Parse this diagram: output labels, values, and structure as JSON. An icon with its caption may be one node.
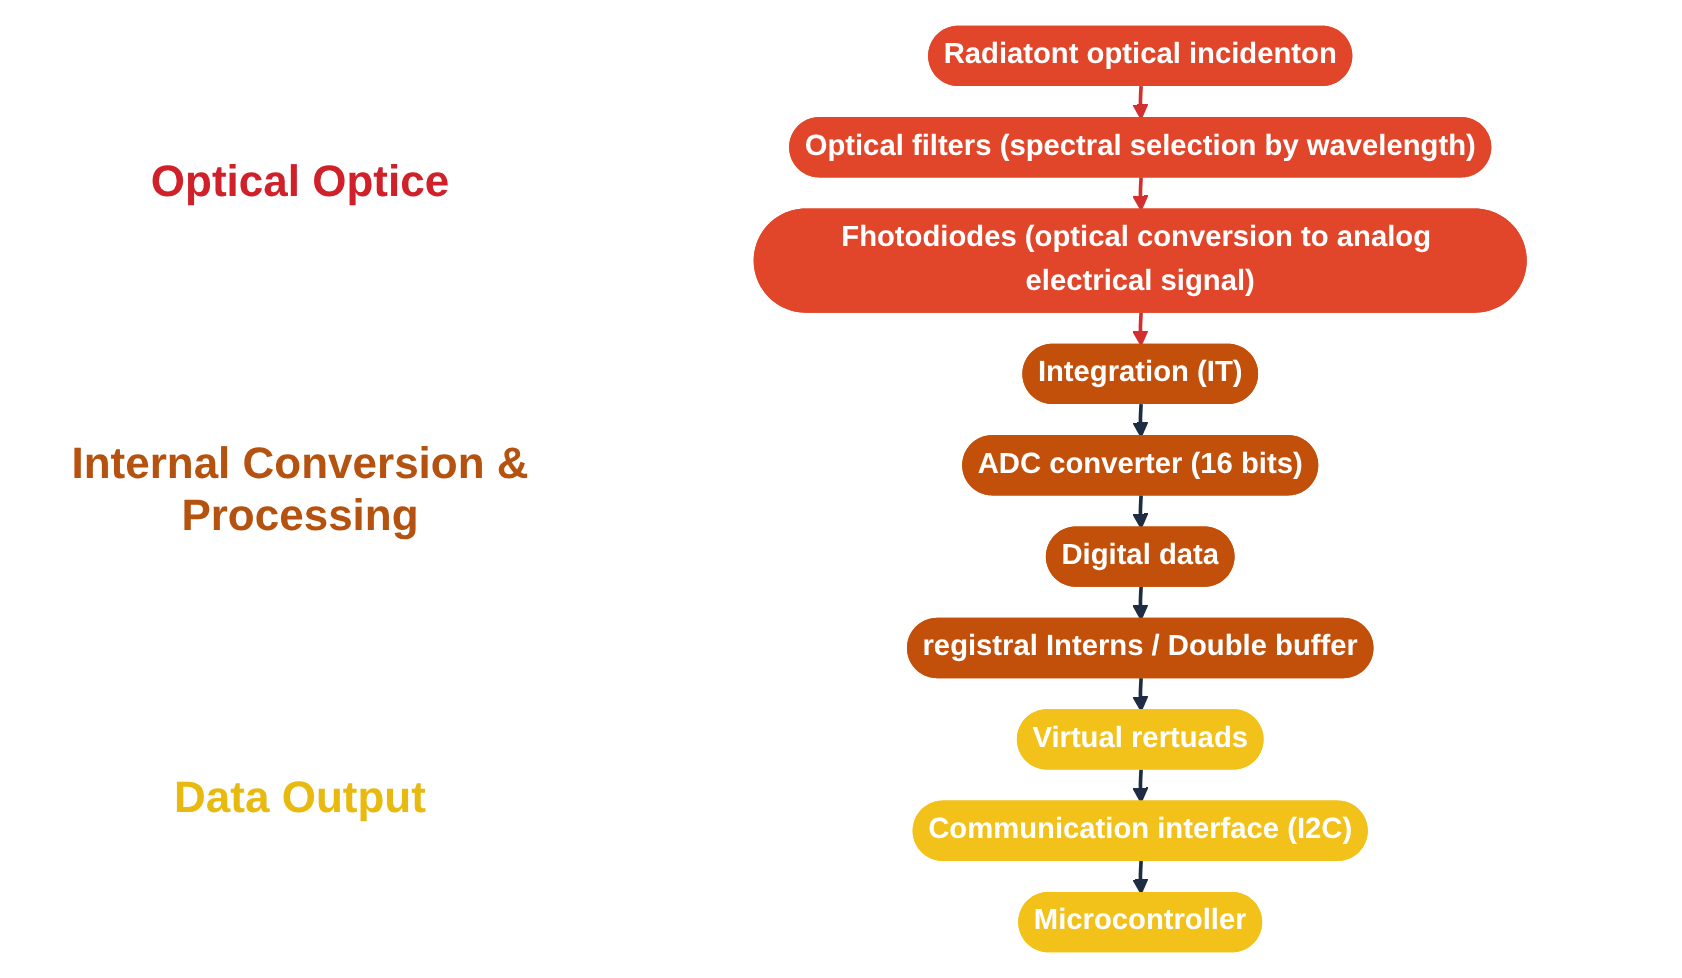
{
  "diagram": {
    "nodes": [
      {
        "text": [
          "Radiatont optical incidenton"
        ]
      },
      {
        "text": [
          "Optical filters (spectral selection by wavelength)"
        ]
      },
      {
        "text": [
          "Fhotodiodes (optical conversion to analog electrical signal)"
        ]
      },
      {
        "text": [
          "Integration (IT)"
        ]
      },
      {
        "text": [
          "ADC converter (16 bits)"
        ]
      },
      {
        "text": [
          "Digital data"
        ]
      },
      {
        "text": [
          "registral Interns / Double buffer"
        ]
      },
      {
        "text": [
          "Virtual rertuads"
        ]
      },
      {
        "text": [
          "Communication interface (I2C)"
        ]
      },
      {
        "text": [
          "Microcontroller"
        ]
      }
    ],
    "edges": [
      {
        "from": 0,
        "to": 1,
        "arrow": "to",
        "color": "#d32f2f"
      },
      {
        "from": 1,
        "to": 2,
        "arrow": "to",
        "color": "#d32f2f"
      },
      {
        "from": 2,
        "to": 3,
        "arrow": "to",
        "color": "#d32f2f"
      },
      {
        "from": 3,
        "to": 4,
        "arrow": "to"
      },
      {
        "from": 4,
        "to": 5,
        "arrow": "to"
      },
      {
        "from": 5,
        "to": 6,
        "arrow": "to"
      },
      {
        "from": 6,
        "to": 7,
        "arrow": "to"
      },
      {
        "from": 7,
        "to": 8,
        "arrow": "to"
      },
      {
        "from": 8,
        "to": 9,
        "arrow": "to"
      }
    ],
    "labels": [
      "Optical Optice",
      "Internal Conversion & Processing",
      "Data Output"
    ]
  }
}
